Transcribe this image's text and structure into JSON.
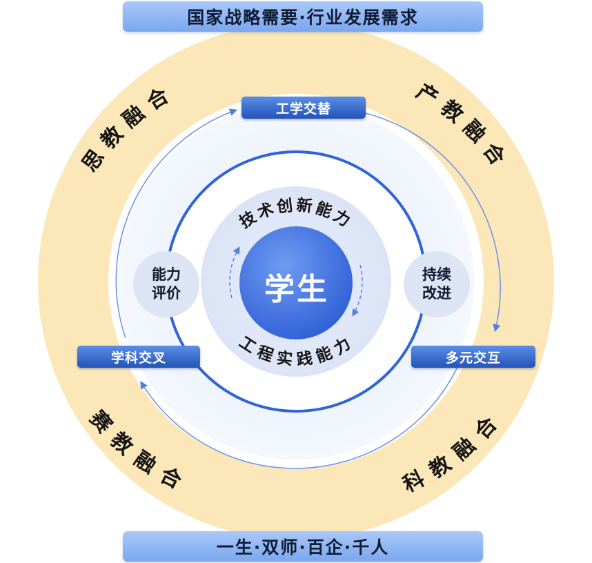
{
  "top_banner": "国家战略需要·行业发展需求",
  "bottom_banner": "一生·双师·百企·千人",
  "outer_ring": {
    "top_left": "思教融合",
    "top_right": "产教融合",
    "bottom_left": "赛教融合",
    "bottom_right": "科教融合"
  },
  "tags": {
    "top": "工学交替",
    "left": "学科交叉",
    "right": "多元交互"
  },
  "side_circles": {
    "left_line1": "能力",
    "left_line2": "评价",
    "right_line1": "持续",
    "right_line2": "改进"
  },
  "inner_ring": {
    "top": "技术创新能力",
    "bottom": "工程实践能力"
  },
  "center": "学生",
  "colors": {
    "outer_ring": "#fbe7b8",
    "blue_ring": "#2e63d9",
    "tag_blue": "#2453b8",
    "center_blue": "#3a6fe3"
  }
}
